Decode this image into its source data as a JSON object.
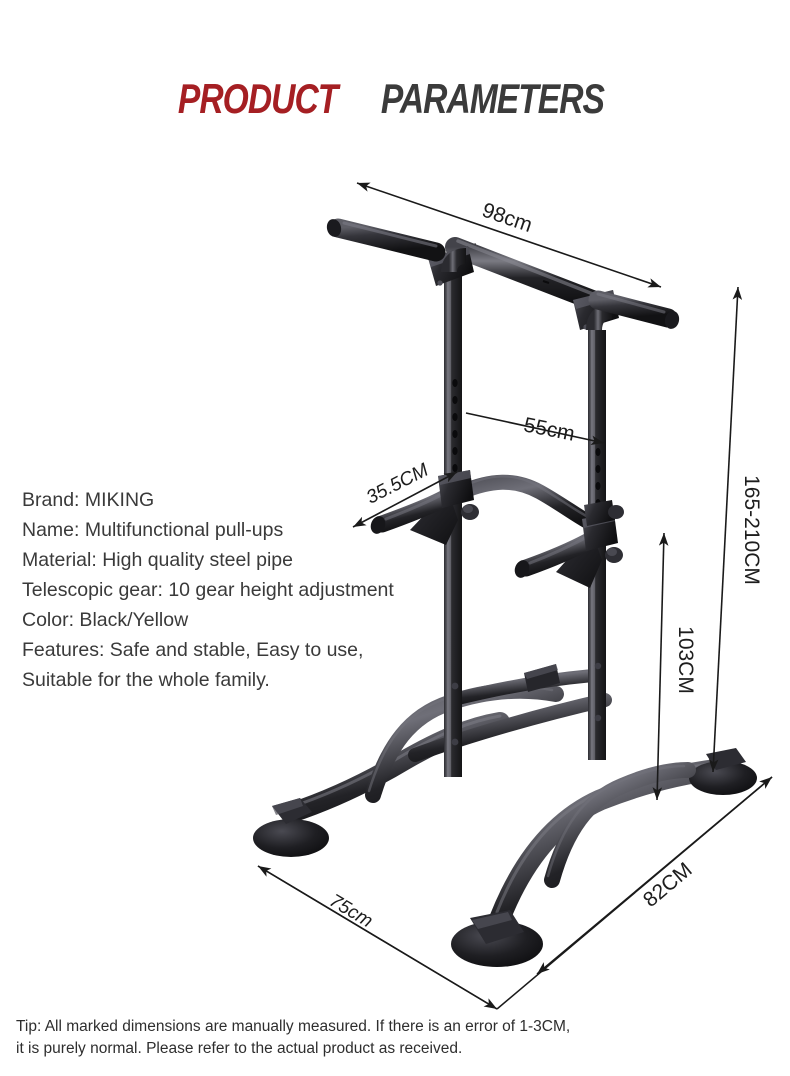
{
  "title": {
    "word1": "PRODUCT",
    "word2": "PARAMETERS",
    "color1": "#A51F23",
    "color2": "#3B3B3B"
  },
  "specs": [
    "Brand: MIKING",
    "Name: Multifunctional pull-ups",
    "Material: High quality steel pipe",
    "Telescopic gear: 10 gear height adjustment",
    "Color: Black/Yellow",
    "Features: Safe and stable, Easy to use,",
    "Suitable for the whole family."
  ],
  "dimensions": {
    "top_bar_width": "98cm",
    "post_spacing": "55cm",
    "dip_bar_length": "35.5CM",
    "total_height": "165-210CM",
    "dip_height": "103CM",
    "base_depth": "75cm",
    "base_width": "82CM"
  },
  "tip": [
    "Tip: All marked dimensions are manually measured. If there is an error of 1-3CM,",
    "it is purely normal. Please refer to the actual product as received."
  ],
  "product": {
    "name": "power-tower-pull-up-station",
    "frame_color": "#1c1c1e",
    "highlight_color": "#6a6a70"
  }
}
